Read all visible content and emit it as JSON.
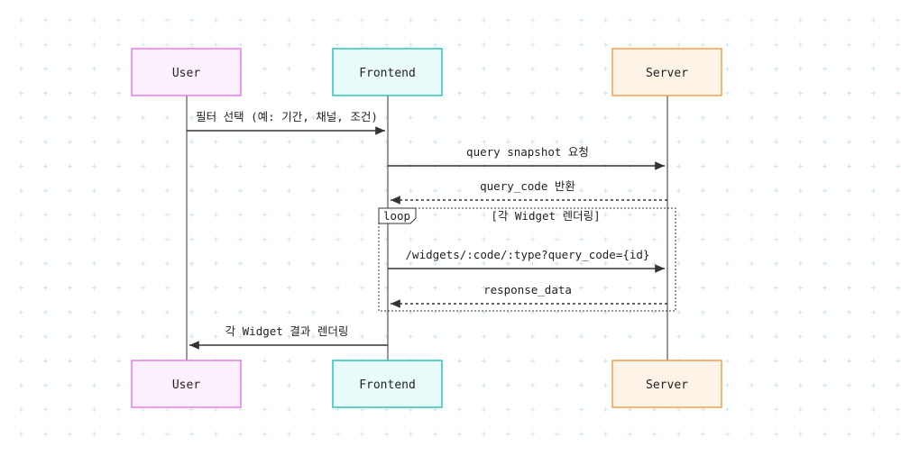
{
  "actors": {
    "user": "User",
    "frontend": "Frontend",
    "server": "Server"
  },
  "messages": [
    "필터 선택 (예: 기간, 채널, 조건)",
    "query snapshot 요청",
    "query_code 반환",
    "/widgets/:code/:type?query_code={id}",
    "response_data",
    "각 Widget 결과 렌더링"
  ],
  "loop": {
    "label": "loop",
    "condition": "[각 Widget 렌더링]"
  },
  "colors": {
    "user_fill": "#fdf0fd",
    "user_stroke": "#e87de8",
    "frontend_fill": "#e8fbfa",
    "frontend_stroke": "#2cc4bb",
    "server_fill": "#fdf3e6",
    "server_stroke": "#f0a050"
  }
}
